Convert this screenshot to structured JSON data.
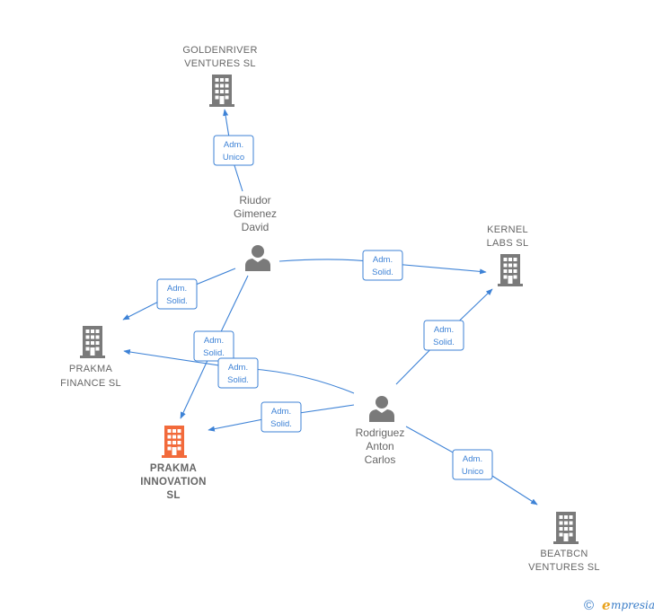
{
  "nodes": {
    "goldenriver": {
      "lines": [
        "GOLDENRIVER",
        "VENTURES  SL"
      ],
      "kind": "company"
    },
    "kernel": {
      "lines": [
        "KERNEL",
        "LABS  SL"
      ],
      "kind": "company"
    },
    "prakma_finance": {
      "lines": [
        "PRAKMA",
        "FINANCE  SL"
      ],
      "kind": "company"
    },
    "prakma_innovation": {
      "lines": [
        "PRAKMA",
        "INNOVATION",
        "SL"
      ],
      "kind": "company-focus"
    },
    "beatbcn": {
      "lines": [
        "BEATBCN",
        "VENTURES  SL"
      ],
      "kind": "company"
    },
    "riudor": {
      "lines": [
        "Riudor",
        "Gimenez",
        "David"
      ],
      "kind": "person"
    },
    "rodriguez": {
      "lines": [
        "Rodriguez",
        "Anton",
        "Carlos"
      ],
      "kind": "person"
    }
  },
  "edges": [
    {
      "id": "riudor-goldenriver",
      "lines": [
        "Adm.",
        "Unico"
      ]
    },
    {
      "id": "riudor-kernel",
      "lines": [
        "Adm.",
        "Solid."
      ]
    },
    {
      "id": "riudor-prakma-finance",
      "lines": [
        "Adm.",
        "Solid."
      ]
    },
    {
      "id": "riudor-prakma-innovation",
      "lines": [
        "Adm.",
        "Solid."
      ]
    },
    {
      "id": "rodriguez-prakma-finance",
      "lines": [
        "Adm.",
        "Solid."
      ]
    },
    {
      "id": "rodriguez-prakma-innovation",
      "lines": [
        "Adm.",
        "Solid."
      ]
    },
    {
      "id": "rodriguez-kernel",
      "lines": [
        "Adm.",
        "Solid."
      ]
    },
    {
      "id": "rodriguez-beatbcn",
      "lines": [
        "Adm.",
        "Unico"
      ]
    }
  ],
  "colors": {
    "edge": "#3d82d6",
    "company_icon": "#7a7a7a",
    "focus_icon": "#f26a3b",
    "person_icon": "#7a7a7a",
    "label": "#666666"
  },
  "icons": {
    "company": "building-icon",
    "person": "person-icon"
  },
  "brand": {
    "copyright": "©",
    "initial": "e",
    "rest": "mpresia"
  }
}
